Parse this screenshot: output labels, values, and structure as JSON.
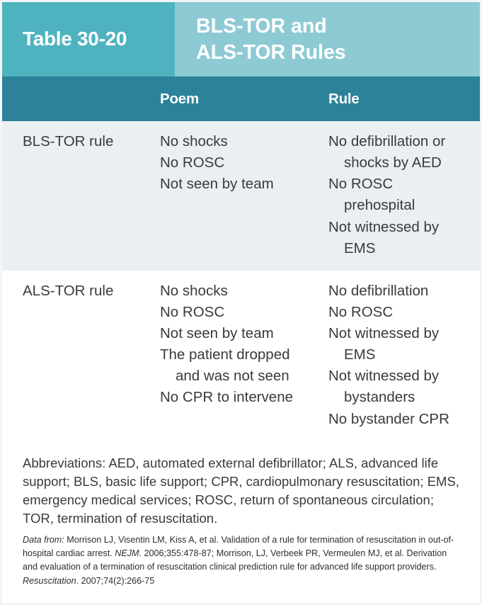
{
  "figure": {
    "table_number": "Table 30-20",
    "title_lines": [
      "BLS-TOR and",
      "ALS-TOR Rules"
    ]
  },
  "colors": {
    "banner_left": "#4fb3bf",
    "banner_right": "#8ecad4",
    "column_header": "#2b8299",
    "row_shaded": "#eaeff2",
    "row_plain": "#ffffff",
    "text": "#3a3a3c",
    "header_text": "#ffffff",
    "page_border": "#f2f5f7"
  },
  "columns": {
    "header_a": "",
    "header_b": "Poem",
    "header_c": "Rule"
  },
  "rows": [
    {
      "label": "BLS-TOR rule",
      "poem": [
        "No shocks",
        "No ROSC",
        "Not seen by team"
      ],
      "rule": [
        "No defibrillation or shocks by AED",
        "No ROSC prehospital",
        "Not witnessed by EMS"
      ]
    },
    {
      "label": "ALS-TOR rule",
      "poem": [
        "No shocks",
        "No ROSC",
        "Not seen by team",
        "The patient dropped and was not seen",
        "No CPR to intervene"
      ],
      "rule": [
        "No defibrillation",
        "No ROSC",
        "Not witnessed by EMS",
        "Not witnessed by bystanders",
        "No bystander CPR"
      ]
    }
  ],
  "footnotes": {
    "abbreviations": "Abbreviations: AED, automated external defibrillator; ALS, advanced life support; BLS, basic life support; CPR, cardiopulmonary resuscitation; EMS, emergency medical services; ROSC, return of spontaneous circulation; TOR, termination of resuscitation.",
    "citation": {
      "source_label": "Data from:",
      "part1": " Morrison LJ, Visentin LM, Kiss A, et al. Validation of a rule for termination of resuscitation in out-of-hospital cardiac arrest. ",
      "journal1": "NEJM",
      "part2": ". 2006;355:478-87; Morrison, LJ, Verbeek PR, Vermeulen MJ, et al. Derivation and evaluation of a termination of resuscitation clinical prediction rule for advanced life support providers. ",
      "journal2": "Resuscitation",
      "part3": ". 2007;74(2):266-75"
    }
  }
}
